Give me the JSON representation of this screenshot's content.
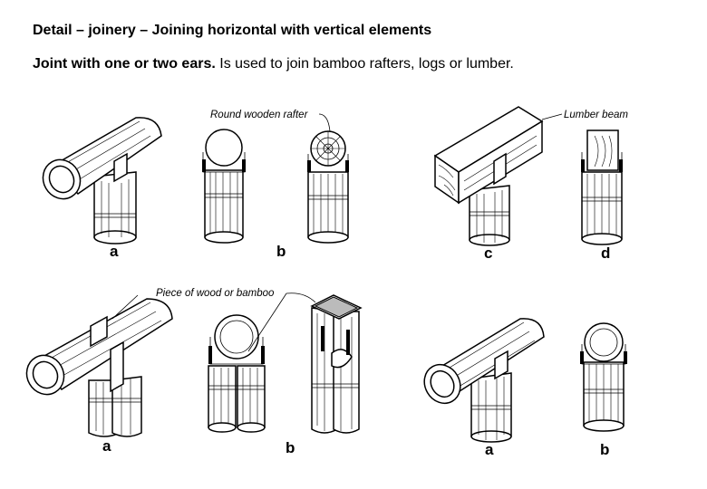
{
  "header": {
    "title": "Detail – joinery – Joining horizontal with vertical elements",
    "subtitle_bold": "Joint with one or two ears.",
    "subtitle_rest": " Is used to join bamboo rafters, logs or lumber."
  },
  "callouts": {
    "round_rafter": "Round wooden rafter",
    "lumber_beam": "Lumber beam",
    "piece_wood": "Piece of wood or bamboo"
  },
  "labels": {
    "top_a": "a",
    "top_b": "b",
    "top_c": "c",
    "top_d": "d",
    "bottom_a1": "a",
    "bottom_b1": "b",
    "bottom_a2": "a",
    "bottom_b2": "b"
  }
}
